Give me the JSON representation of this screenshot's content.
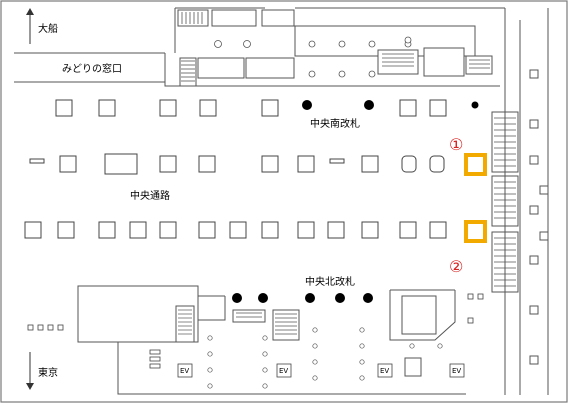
{
  "map": {
    "labels": {
      "ofuna": "大船",
      "midori": "みどりの窓口",
      "south_gate": "中央南改札",
      "concourse": "中央通路",
      "north_gate": "中央北改札",
      "tokyo": "東京"
    },
    "markers": [
      {
        "id": "1",
        "symbol": "①"
      },
      {
        "id": "2",
        "symbol": "②"
      }
    ],
    "elevator_label": "EV",
    "colors": {
      "marker_text": "#d9211f",
      "marker_fill": "#ffffff",
      "marker_border": "#f2a900",
      "line": "#555555"
    }
  }
}
